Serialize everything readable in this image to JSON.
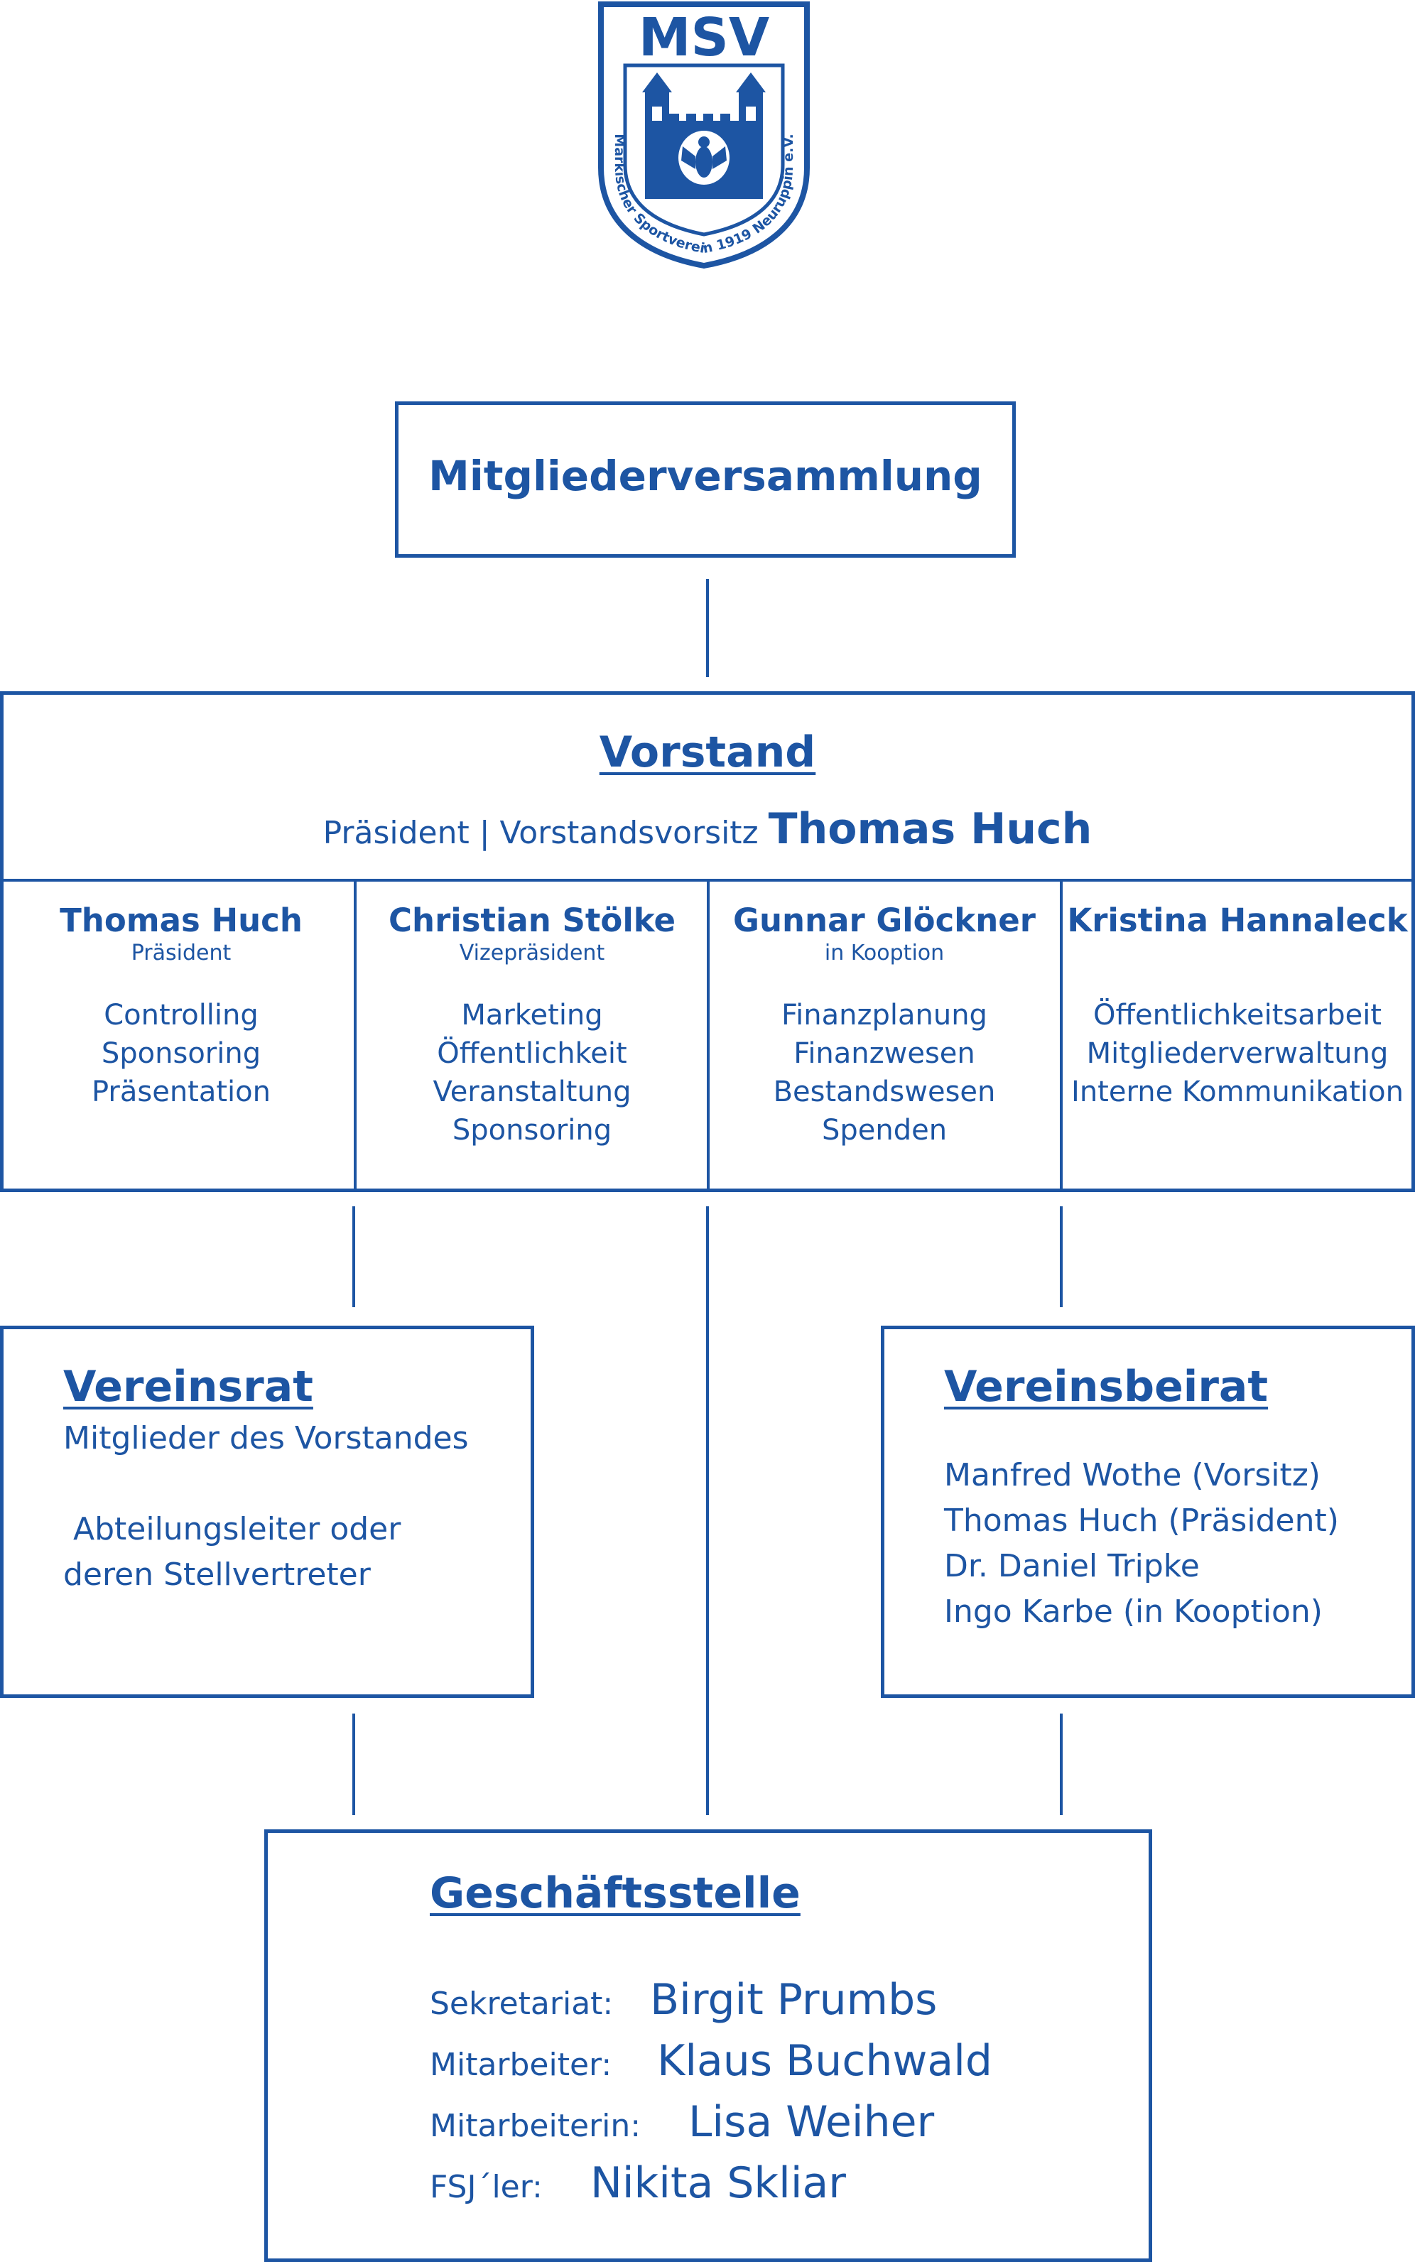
{
  "logo": {
    "abbreviation": "MSV",
    "ring_text": "Märkischer Sportverein 1919 Neuruppin e.V."
  },
  "colors": {
    "primary": "#1d55a3",
    "background": "#ffffff"
  },
  "mitgliederversammlung": {
    "title": "Mitgliederversammlung"
  },
  "vorstand": {
    "title": "Vorstand",
    "subtitle_prefix": "Präsident | Vorstandsvorsitz",
    "subtitle_name": "Thomas Huch",
    "members": [
      {
        "name": "Thomas Huch",
        "role": "Präsident",
        "tasks": [
          "Controlling",
          "Sponsoring",
          "Präsentation"
        ]
      },
      {
        "name": "Christian Stölke",
        "role": "Vizepräsident",
        "tasks": [
          "Marketing",
          "Öffentlichkeit",
          "Veranstaltung",
          "Sponsoring"
        ]
      },
      {
        "name": "Gunnar Glöckner",
        "role": "in Kooption",
        "tasks": [
          "Finanzplanung",
          "Finanzwesen",
          "Bestandswesen",
          "Spenden"
        ]
      },
      {
        "name": "Kristina Hannaleck",
        "role": "",
        "tasks": [
          "Öffentlichkeitsarbeit",
          "Mitgliederverwaltung",
          "Interne Kommunikation"
        ]
      }
    ]
  },
  "vereinsrat": {
    "title": "Vereinsrat",
    "lines": [
      "Mitglieder des Vorstandes",
      " Abteilungsleiter oder",
      "deren Stellvertreter"
    ]
  },
  "vereinsbeirat": {
    "title": "Vereinsbeirat",
    "lines": [
      "Manfred Wothe (Vorsitz)",
      "Thomas Huch (Präsident)",
      "Dr. Daniel Tripke",
      "Ingo Karbe (in Kooption)"
    ]
  },
  "geschaeftsstelle": {
    "title": "Geschäftsstelle",
    "rows": [
      {
        "label": "Sekretariat:",
        "name": "Birgit Prumbs"
      },
      {
        "label": "Mitarbeiter:",
        "name": "Klaus Buchwald"
      },
      {
        "label": "Mitarbeiterin:",
        "name": "Lisa Weiher"
      },
      {
        "label": "FSJ´ler:",
        "name": "Nikita Skliar"
      }
    ]
  }
}
